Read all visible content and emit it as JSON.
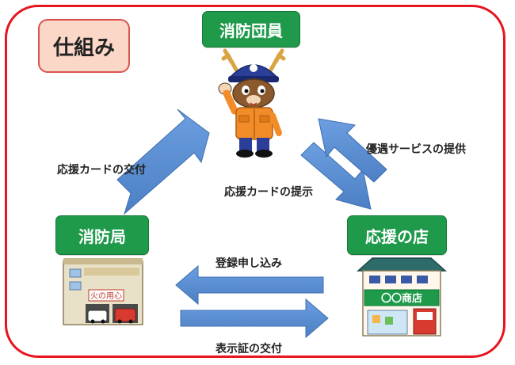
{
  "title": "仕組み",
  "nodes": {
    "member": "消防団員",
    "fire_station": "消防局",
    "shop": "応援の店"
  },
  "flows": {
    "card_issue": "応援カードの交付",
    "card_show": "応援カードの提示",
    "service": "優遇サービスの提供",
    "register": "登録申し込み",
    "sign_issue": "表示証の交付"
  },
  "illustrations": {
    "fire_station_sign": "火の用心",
    "shop_sign": "〇〇商店"
  },
  "colors": {
    "frame": "#e8141e",
    "label_green": "#1f9a4b",
    "arrow_blue": "#5b8fd3",
    "title_bg": "#fbd7c8"
  }
}
